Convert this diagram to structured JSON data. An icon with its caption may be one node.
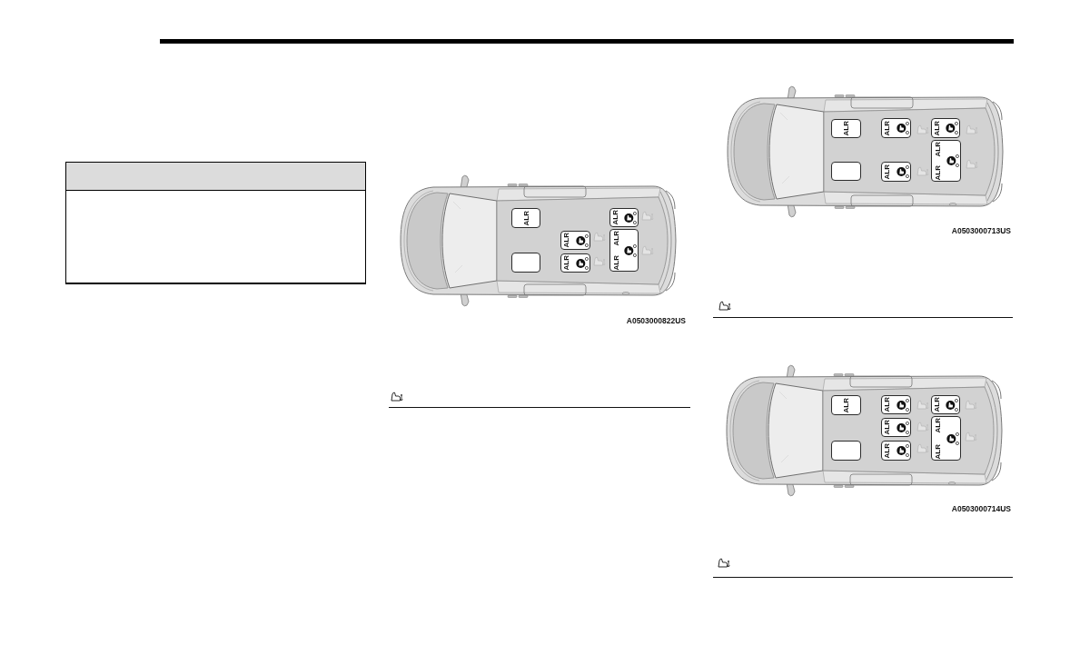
{
  "diagram": {
    "nodes": [
      {
        "text": [],
        "shape": "picture",
        "beside": [
          "A0503000822US"
        ]
      },
      {
        "text": [
          "ALR"
        ],
        "in": 0
      },
      {
        "text": [],
        "shape": "box",
        "in": 0
      },
      {
        "text": [
          "ALR"
        ],
        "in": 0
      },
      {
        "text": [
          "ALR"
        ],
        "in": 0
      },
      {
        "text": [
          "ALR"
        ],
        "in": 0
      },
      {
        "text": [
          "ALR",
          "ALR"
        ],
        "in": 0
      },
      {
        "text": [],
        "shape": "picture",
        "beside": [
          "A0503000713US"
        ]
      },
      {
        "text": [
          "ALR"
        ],
        "in": 7
      },
      {
        "text": [],
        "shape": "box",
        "in": 7
      },
      {
        "text": [
          "ALR"
        ],
        "in": 7
      },
      {
        "text": [
          "ALR"
        ],
        "in": 7
      },
      {
        "text": [
          "ALR"
        ],
        "in": 7
      },
      {
        "text": [
          "ALR",
          "ALR"
        ],
        "in": 7
      },
      {
        "text": [],
        "shape": "picture",
        "beside": [
          "A0503000714US"
        ]
      },
      {
        "text": [
          "ALR"
        ],
        "in": 14
      },
      {
        "text": [],
        "shape": "box",
        "in": 14
      },
      {
        "text": [
          "ALR"
        ],
        "in": 14
      },
      {
        "text": [
          "ALR"
        ],
        "in": 14
      },
      {
        "text": [
          "ALR"
        ],
        "in": 14
      },
      {
        "text": [
          "ALR"
        ],
        "in": 14
      },
      {
        "text": [
          "ALR",
          "ALR"
        ],
        "in": 14
      }
    ]
  }
}
